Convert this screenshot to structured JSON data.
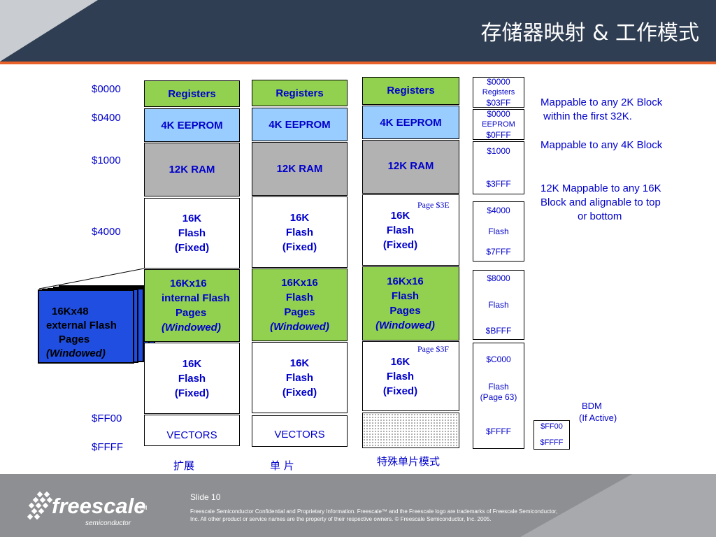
{
  "title": "存储器映射 & 工作模式",
  "addresses": {
    "a0000": "$0000",
    "a0400": "$0400",
    "a1000": "$1000",
    "a4000": "$4000",
    "aFF00": "$FF00",
    "aFFFF": "$FFFF"
  },
  "labels": {
    "registers": "Registers",
    "eeprom": "4K EEPROM",
    "ram": "12K RAM",
    "flash16k_l1": "16K",
    "flash16k_l2": "Flash",
    "flash16k_l3": "(Fixed)",
    "paged_l1": "16Kx16",
    "paged_l2_internal": "internal Flash",
    "paged_l2": "Flash",
    "paged_l3": "Pages",
    "paged_l4": "(Windowed)",
    "vectors": "VECTORS",
    "page3e": "Page $3E",
    "page3f": "Page $3F"
  },
  "external": {
    "l1": "16Kx48",
    "l2": "external Flash",
    "l3": "Pages",
    "l4": "(Windowed)"
  },
  "modes": {
    "expanded": "扩展",
    "single_chip": "单 片",
    "special_single_chip": "特殊单片模式"
  },
  "map": {
    "regs": [
      "$0000",
      "Registers",
      "$03FF"
    ],
    "eeprom": [
      "$0000",
      "EEPROM",
      "$0FFF"
    ],
    "ram_start": "$1000",
    "ram_end": "$3FFF",
    "f1": [
      "$4000",
      "Flash",
      "$7FFF"
    ],
    "f2": [
      "$8000",
      "Flash",
      "$BFFF"
    ],
    "f3": [
      "$C000",
      "Flash",
      "(Page 63)",
      "$FFFF"
    ],
    "bdm": [
      "$FF00",
      "$FFFF"
    ]
  },
  "notes": {
    "n1_l1": "Mappable to any 2K Block",
    "n1_l2": " within the first 32K.",
    "n2": "Mappable to any 4K Block",
    "n3_l1": "12K Mappable to any 16K",
    "n3_l2": "Block and alignable to top",
    "n3_l3": "or bottom",
    "bdm_l1": "BDM",
    "bdm_l2": "(If Active)"
  },
  "footer": {
    "slide": "Slide 10",
    "legal": "Freescale Semiconductor Confidential and Proprietary Information. Freescale™ and the Freescale logo are trademarks of Freescale Semiconductor, Inc. All other product or service names are the property of their respective owners. © Freescale Semiconductor, Inc. 2005.",
    "logo": "freescale",
    "logo_tm": "TM",
    "logo_sub": "semiconductor"
  },
  "colors": {
    "header": "#2f3e52",
    "accent": "#e8622a",
    "registers": "#92d050",
    "eeprom": "#99ccff",
    "ram": "#b2b2b2",
    "paged": "#92d050",
    "external": "#1f4ee0",
    "text": "#0000cc"
  }
}
